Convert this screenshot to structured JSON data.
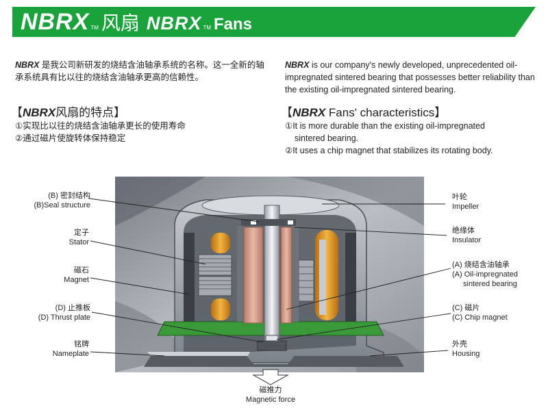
{
  "banner": {
    "brand": "NBRX",
    "tm": "TM",
    "cn_title": "风扇",
    "en_title": "Fans"
  },
  "intro": {
    "cn_rest": " 是我公司新研发的烧结含油轴承系统的名称。这一全新的轴承系统具有比以往的烧结含油轴承更高的信赖性。",
    "en_rest": "  is our company's newly developed, unprecedented oil-impregnated sintered bearing that possesses better reliability than the existing oil-impregnated sintered bearing."
  },
  "characteristics": {
    "cn_open": "【",
    "cn_title": "风扇的特点】",
    "en_open": "【",
    "en_title": " Fans' characteristics】",
    "cn_items": [
      "①实现比以往的烧结含油轴承更长的使用寿命",
      "②通过磁片使旋转体保持稳定"
    ],
    "en_item1_line1": "①It is more durable than the existing oil-impregnated",
    "en_item1_line2": "sintered bearing.",
    "en_item2": "②It uses a chip magnet that stabilizes its rotating body."
  },
  "labels": {
    "seal_cn": "(B) 密封结构",
    "seal_en": "(B)Seal structure",
    "stator_cn": "定子",
    "stator_en": "Stator",
    "magnet_cn": "磁石",
    "magnet_en": "Magnet",
    "thrust_cn": "(D) 止推板",
    "thrust_en": "(D) Thrust plate",
    "nameplate_cn": "铭牌",
    "nameplate_en": "Nameplate",
    "impeller_cn": "叶轮",
    "impeller_en": "Impeller",
    "insulator_cn": "绝缘体",
    "insulator_en": "Insulator",
    "bearing_cn": "(A) 烧结含油轴承",
    "bearing_en1": "(A) Oil-impregnated",
    "bearing_en2": "sintered bearing",
    "chip_cn": "(C) 磁片",
    "chip_en": "(C) Chip magnet",
    "housing_cn": "外壳",
    "housing_en": "Housing",
    "force_cn": "磁推力",
    "force_en": "Magnetic force"
  },
  "colors": {
    "banner_green": "#19a33a",
    "pcb_green": "#3a9a3a",
    "coil_orange": "#e8a22a",
    "bearing_pink": "#d9a38f"
  }
}
